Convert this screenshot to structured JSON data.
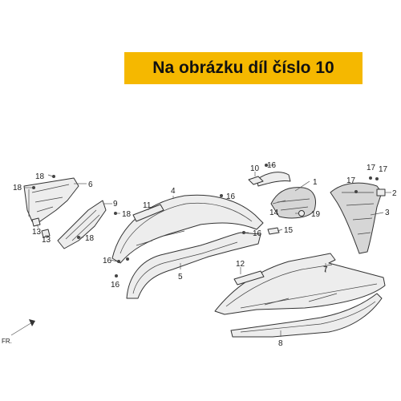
{
  "banner": {
    "text": "Na obrázku díl číslo 10",
    "color": "#f5b800"
  },
  "orientation_label": "FR.",
  "callouts": {
    "c1": "1",
    "c2": "2",
    "c3": "3",
    "c4": "4",
    "c5": "5",
    "c6": "6",
    "c7": "7",
    "c8": "8",
    "c9": "9",
    "c10": "10",
    "c11": "11",
    "c12": "12",
    "c13a": "13",
    "c13b": "13",
    "c14": "14",
    "c15": "15",
    "c16a": "16",
    "c16b": "16",
    "c16c": "16",
    "c16d": "16",
    "c16e": "16",
    "c17a": "17",
    "c17b": "17",
    "c17c": "17",
    "c18a": "18",
    "c18b": "18",
    "c18c": "18",
    "c18d": "18",
    "c19": "19"
  }
}
